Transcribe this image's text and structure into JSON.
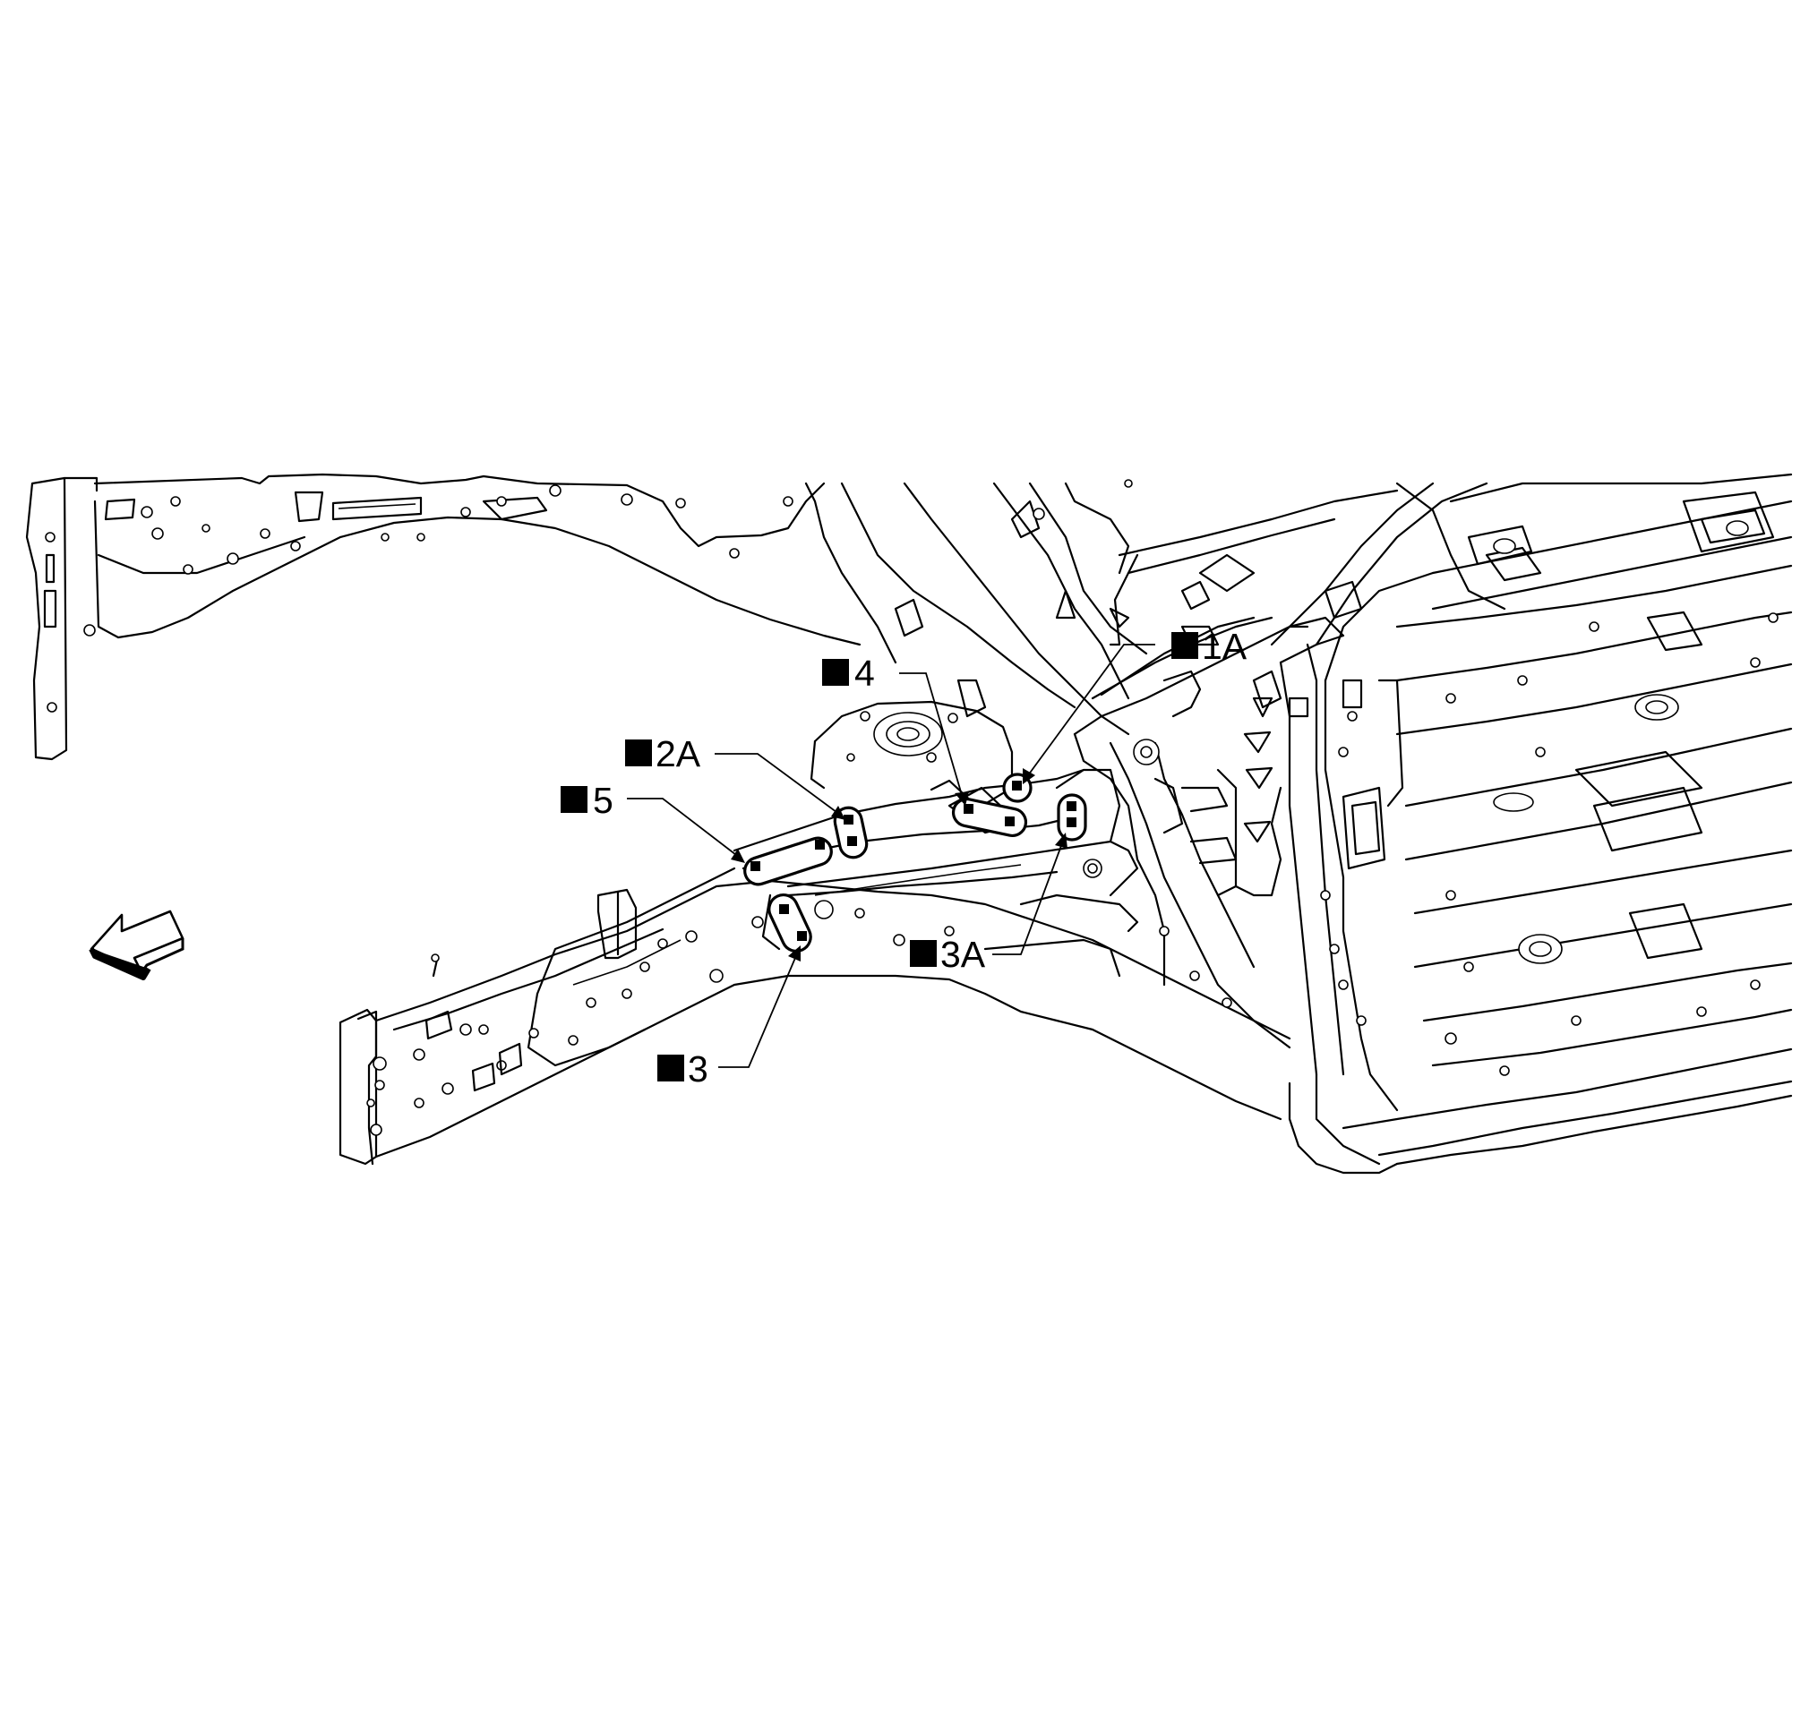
{
  "callouts": [
    {
      "id": "1A",
      "label": "1A"
    },
    {
      "id": "2A",
      "label": "2A"
    },
    {
      "id": "3",
      "label": "3"
    },
    {
      "id": "3A",
      "label": "3A"
    },
    {
      "id": "4",
      "label": "4"
    },
    {
      "id": "5",
      "label": "5"
    }
  ],
  "front_direction_icon": "front-arrow-icon",
  "colors": {
    "line": "#000000",
    "background": "#ffffff"
  }
}
